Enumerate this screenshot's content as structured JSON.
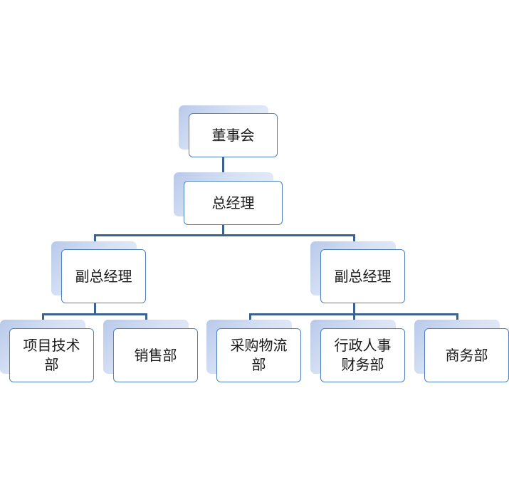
{
  "diagram": {
    "nodes": {
      "board": "董事会",
      "gm": "总经理",
      "vp_left": "副总经理",
      "vp_right": "副总经理",
      "project_tech": "项目技术部",
      "sales": "销售部",
      "procurement_logistics": "采购物流部",
      "admin_hr_finance": "行政人事财务部",
      "business": "商务部"
    },
    "edges": [
      [
        "board",
        "gm"
      ],
      [
        "gm",
        "vp_left"
      ],
      [
        "gm",
        "vp_right"
      ],
      [
        "vp_left",
        "project_tech"
      ],
      [
        "vp_left",
        "sales"
      ],
      [
        "vp_right",
        "procurement_logistics"
      ],
      [
        "vp_right",
        "admin_hr_finance"
      ],
      [
        "vp_right",
        "business"
      ]
    ],
    "colors": {
      "border": "#4f81bd",
      "connector": "#3c6390",
      "shadow": "#c9d7f0"
    }
  }
}
